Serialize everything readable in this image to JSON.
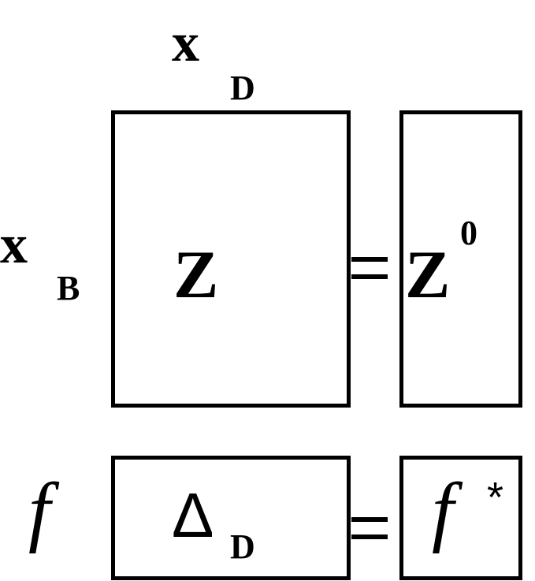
{
  "top": {
    "x_col": "x",
    "x_col_sub": "D",
    "x_row": "x",
    "x_row_sub": "B",
    "matrix_label": "Z",
    "rhs_label": "Z",
    "rhs_sup": "0"
  },
  "bottom": {
    "f_left": "f",
    "delta": "Δ",
    "delta_sub": "D",
    "f_right": "f",
    "f_right_sup": "*"
  }
}
